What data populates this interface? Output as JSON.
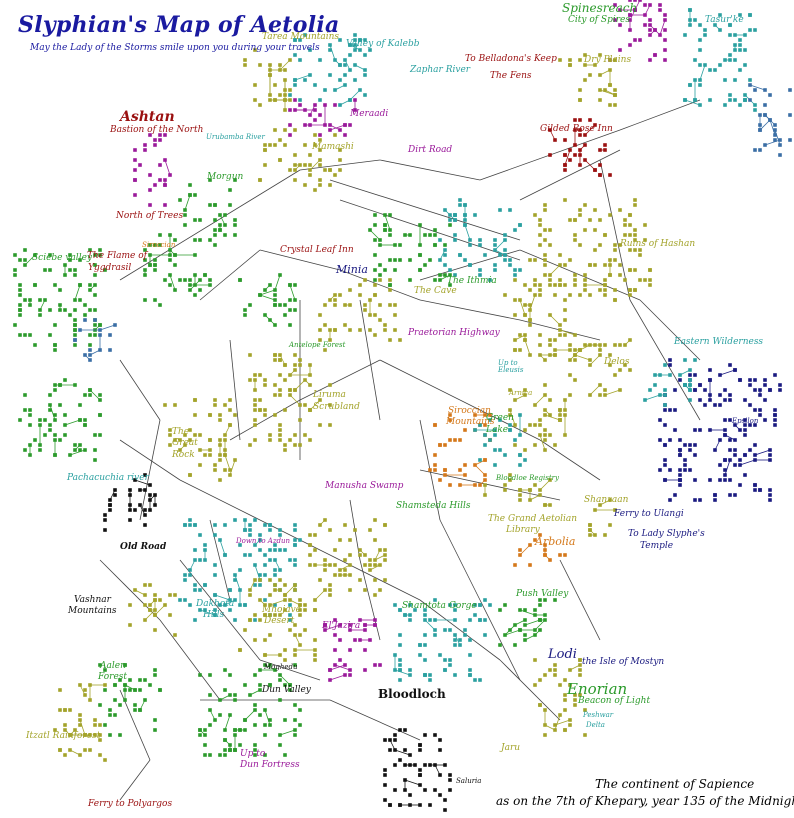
{
  "map": {
    "title": "Slyphian's Map of Aetolia",
    "subtitle": "May the Lady of the Storms smile upon you during your travels",
    "footer_line1": "The continent of Sapience",
    "footer_line2": "as on the 7th of Khepary, year 135 of the Midnight Age"
  },
  "colors": {
    "title": "#1a1aa0",
    "road": "#444444",
    "green": "#2b9a2b",
    "olive": "#a3a32a",
    "navy": "#1a1a80",
    "teal": "#2aa0a0",
    "purple": "#9a1a9a",
    "orange": "#d4781a",
    "darkred": "#9a1010",
    "steelblue": "#3a6ea5",
    "black": "#111111"
  },
  "labels": {
    "spinesreach": "Spinesreach",
    "city_of_spires": "City of Spires",
    "tasurke": "Tasur'ke",
    "dry_plains": "Dry Plains",
    "tarea_mountains": "Tarea Mountains",
    "valley_of_kalebb": "Valley of Kalebb",
    "zaphar_river": "Zaphar River",
    "to_belladonnas_keep": "To Belladona's Keep",
    "the_fens": "The Fens",
    "meraadi": "Meraadi",
    "mamashi": "Mamashi",
    "ashtan": "Ashtan",
    "bastion_of_the_north": "Bastion of the North",
    "urubamba_river": "Urubamba River",
    "gilded_rose_inn": "Gilded Rose Inn",
    "dirt_road": "Dirt Road",
    "morgun": "Morgun",
    "north_of_trees": "North of Trees",
    "siroccian": "Siroccian",
    "the_flame_of": "The Flame of",
    "yggdrasil": "Yggdrasil",
    "crystal_leaf_inn": "Crystal Leaf Inn",
    "minia": "Minia",
    "ruins_of_hashan": "Ruins of Hashan",
    "sciebe_valley": "Sciebe valley",
    "the_cave": "The Cave",
    "the_ithmia": "The Ithmia",
    "praetorian_highway": "Praetorian Highway",
    "eastern_wilderness": "Eastern Wilderness",
    "delos": "Delos",
    "up_to_eleusis": "Up to Eleusis",
    "antelope_forest": "Antelope Forest",
    "liruma_scrubland": "Liruma Scrubland",
    "siroccian_mountains_1": "Siroccian",
    "siroccian_mountains_2": "Mountains",
    "green_lake": "Green Lake",
    "arnica": "Arnica",
    "epsilon": "Epsilon",
    "the_great_rock": "The Great Rock",
    "manusha_swamp": "Manusha Swamp",
    "bloodloe_registry": "Bloodloe Registry",
    "shanzaan": "Shanzaan",
    "ferry_to_ulangi": "Ferry to Ulangi",
    "to_lady_slyphe_1": "To Lady Slyphe's",
    "to_lady_slyphe_2": "Temple",
    "pachacuchia_river": "Pachacuchia river",
    "shamsteda_hills": "Shamsteda Hills",
    "grand_aetolian_1": "The Grand Aetolian",
    "grand_aetolian_2": "Library",
    "arbolia": "Arbolia",
    "old_road": "Old Road",
    "down_to_azdun": "Down to Azdun",
    "vashnar_mountains_1": "Vashnar",
    "vashnar_mountains_2": "Mountains",
    "dakhota_hills_1": "Dakhota",
    "dakhota_hills_2": "Hills",
    "mhojave_desert_1": "Mhojave",
    "mhojave_desert_2": "Desert",
    "eljazira": "El'Jazira",
    "shamtota_gorge": "Shamtota Gorge",
    "push_valley": "Push Valley",
    "aalen_forest_1": "Aalen",
    "aalen_forest_2": "Forest",
    "moghedu": "Moghedu",
    "bloodloch": "Bloodloch",
    "lodi": "Lodi",
    "isle_of_mostyn": "the Isle of Mostyn",
    "enorian": "Enorian",
    "beacon_of_light": "Beacon of Light",
    "peshwar_delta_1": "Peshwar",
    "peshwar_delta_2": "Delta",
    "dun_valley": "Dun Valley",
    "up_to_dun_fortress_1": "Up to",
    "up_to_dun_fortress_2": "Dun Fortress",
    "itzatl_rainforest": "Itzatl Rainforest",
    "jaru": "Jaru",
    "saluria": "Saluria",
    "ferry_to_polyargos": "Ferry to Polyargos"
  }
}
